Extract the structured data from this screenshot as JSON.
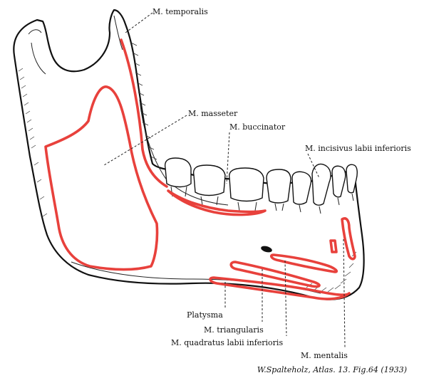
{
  "labels": {
    "temporalis": "M. temporalis",
    "masseter": "M. masseter",
    "buccinator": "M. buccinator",
    "incisivus": "M. incisivus labii inferioris",
    "platysma": "Platysma",
    "triangularis": "M. triangularis",
    "quadratus": "M. quadratus labii inferioris",
    "mentalis": "M. mentalis"
  },
  "caption": "W.Spalteholz, Atlas. 13. Fig.64 (1933)",
  "colors": {
    "muscle_attachment": "#e8413c",
    "ink": "#111111",
    "background": "#ffffff"
  }
}
